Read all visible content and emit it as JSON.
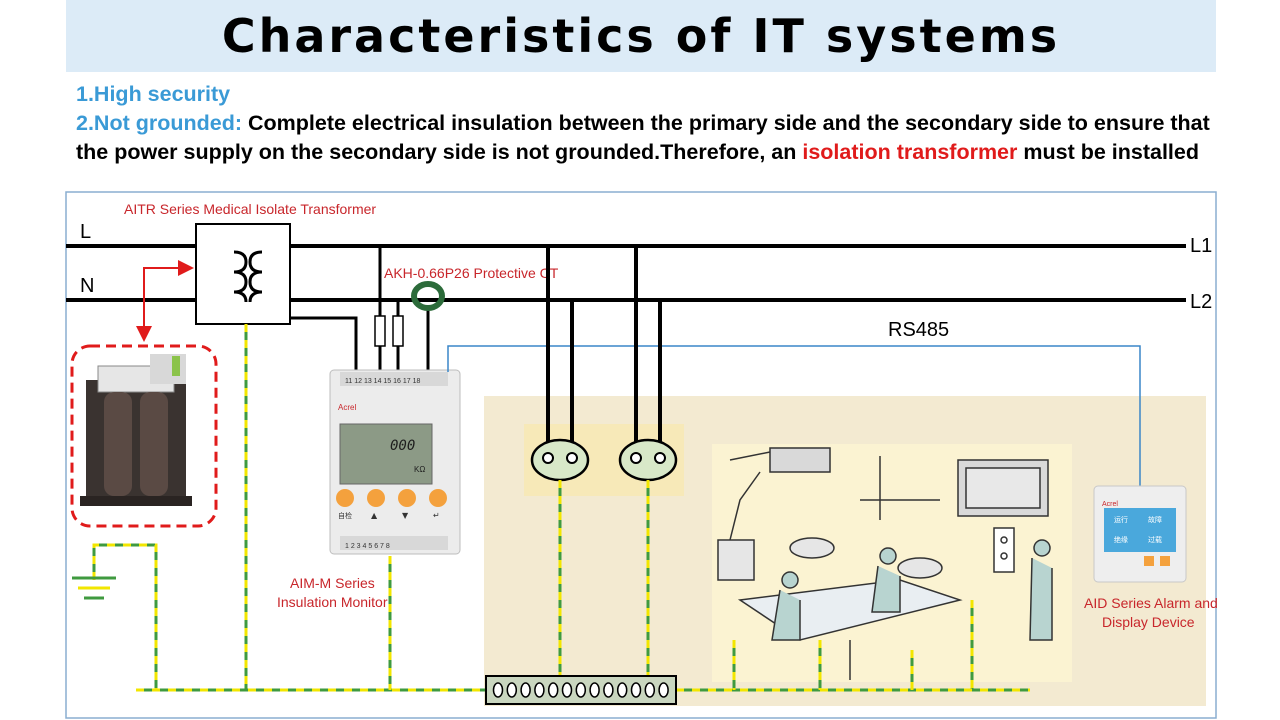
{
  "title": "Characteristics of IT systems",
  "points": {
    "p1": "1.High security",
    "p2_head": "2.Not grounded:",
    "p2_body": " Complete electrical insulation between the primary side and the secondary side to ensure that the power supply on the secondary side is not grounded.Therefore, an ",
    "p2_highlight": "isolation transformer",
    "p2_tail": " must be installed"
  },
  "diagram": {
    "line_labels": {
      "L": "L",
      "N": "N",
      "L1": "L1",
      "L2": "L2"
    },
    "rs485": "RS485",
    "transformer_label": "AITR Series Medical Isolate Transformer",
    "ct_label": "AKH-0.66P26 Protective CT",
    "monitor_label_1": "AIM-M Series",
    "monitor_label_2": "Insulation Monitor",
    "alarm_label_1": "AID Series Alarm and",
    "alarm_label_2": "Display Device",
    "monitor": {
      "brand": "Acrel",
      "top_terminals": "11 12 13 14 15 16 17 18",
      "bottom_terminals": "1 2 3 4 5 6 7 8",
      "lcd_value": "000",
      "lcd_unit": "k",
      "lcd_unit2": "KΩ",
      "btn1": "自检",
      "btn2": "▲",
      "btn3": "▼",
      "btn4": "↵"
    },
    "alarm_device": {
      "brand": "Acrel",
      "k1": "运行",
      "k2": "故障",
      "k3": "绝缘",
      "k4": "过载"
    },
    "colors": {
      "wire": "#000000",
      "ground_green": "#3f9a3f",
      "ground_yellow": "#f2e600",
      "rs485_wire": "#3a86c8",
      "label_red": "#c8262b",
      "room_bg": "#f3ead1",
      "dashed_box": "#e01b1b"
    }
  }
}
